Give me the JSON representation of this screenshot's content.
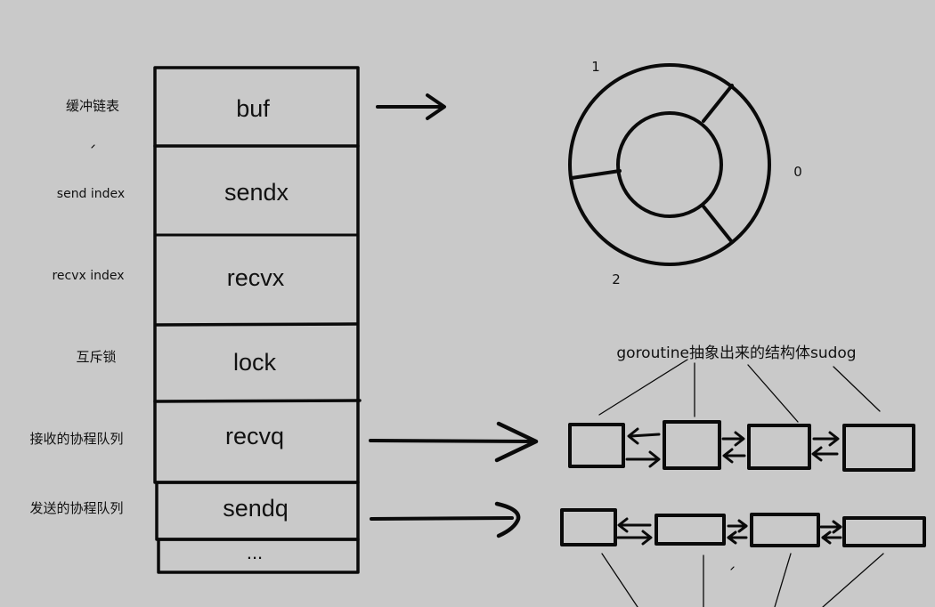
{
  "struct": {
    "cells": [
      {
        "label": "缓冲链表",
        "field": "buf"
      },
      {
        "label": "send index",
        "field": "sendx"
      },
      {
        "label": "recvx index",
        "field": "recvx"
      },
      {
        "label": "互斥锁",
        "field": "lock"
      },
      {
        "label": "接收的协程队列",
        "field": "recvq"
      },
      {
        "label": "发送的协程队列",
        "field": "sendq"
      }
    ],
    "ellipsis": "..."
  },
  "ring": {
    "slot_labels": [
      "1",
      "0",
      "2"
    ]
  },
  "sudog": {
    "annotation": "goroutine抽象出来的结构体sudog"
  }
}
